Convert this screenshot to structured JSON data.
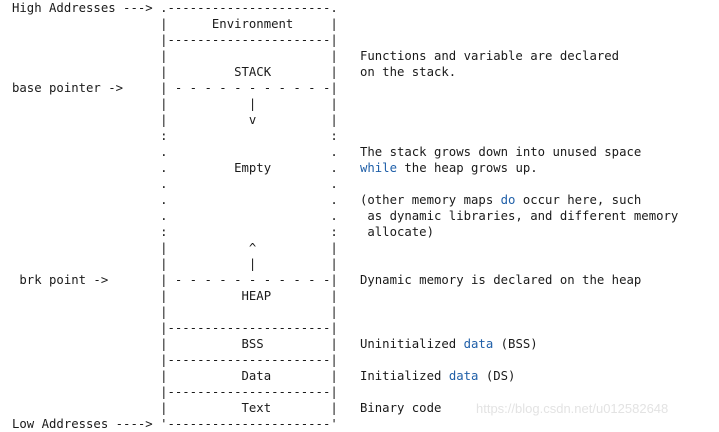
{
  "lines": [
    {
      "segments": [
        {
          "text": "High Addresses ---> .----------------------."
        }
      ]
    },
    {
      "segments": [
        {
          "text": "                    |      Environment     |"
        }
      ]
    },
    {
      "segments": [
        {
          "text": "                    |----------------------|"
        }
      ]
    },
    {
      "segments": [
        {
          "text": "                    |                      |   Functions and variable are declared"
        }
      ]
    },
    {
      "segments": [
        {
          "text": "                    |         STACK        |   on the stack."
        }
      ]
    },
    {
      "segments": [
        {
          "text": "base pointer ->     | - - - - - - - - - - -|"
        }
      ]
    },
    {
      "segments": [
        {
          "text": "                    |           |          |"
        }
      ]
    },
    {
      "segments": [
        {
          "text": "                    |           v          |"
        }
      ]
    },
    {
      "segments": [
        {
          "text": "                    :                      :"
        }
      ]
    },
    {
      "segments": [
        {
          "text": "                    .                      .   The stack grows down into unused space"
        }
      ]
    },
    {
      "segments": [
        {
          "text": "                    .         Empty        .   "
        },
        {
          "text": "while",
          "kw": true
        },
        {
          "text": " the heap grows up."
        }
      ]
    },
    {
      "segments": [
        {
          "text": "                    .                      ."
        }
      ]
    },
    {
      "segments": [
        {
          "text": "                    .                      .   (other memory maps "
        },
        {
          "text": "do",
          "kw": true
        },
        {
          "text": " occur here, such"
        }
      ]
    },
    {
      "segments": [
        {
          "text": "                    .                      .    as dynamic libraries, and different memory"
        }
      ]
    },
    {
      "segments": [
        {
          "text": "                    :                      :    allocate)"
        }
      ]
    },
    {
      "segments": [
        {
          "text": "                    |           ^          |"
        }
      ]
    },
    {
      "segments": [
        {
          "text": "                    |           |          |"
        }
      ]
    },
    {
      "segments": [
        {
          "text": " brk point ->       | - - - - - - - - - - -|   Dynamic memory is declared on the heap"
        }
      ]
    },
    {
      "segments": [
        {
          "text": "                    |          HEAP        |"
        }
      ]
    },
    {
      "segments": [
        {
          "text": "                    |                      |"
        }
      ]
    },
    {
      "segments": [
        {
          "text": "                    |----------------------|"
        }
      ]
    },
    {
      "segments": [
        {
          "text": "                    |          BSS         |   Uninitialized "
        },
        {
          "text": "data",
          "kw": true
        },
        {
          "text": " (BSS)"
        }
      ]
    },
    {
      "segments": [
        {
          "text": "                    |----------------------|"
        }
      ]
    },
    {
      "segments": [
        {
          "text": "                    |          Data        |   Initialized "
        },
        {
          "text": "data",
          "kw": true
        },
        {
          "text": " (DS)"
        }
      ]
    },
    {
      "segments": [
        {
          "text": "                    |----------------------|"
        }
      ]
    },
    {
      "segments": [
        {
          "text": "                    |          Text        |   Binary code"
        }
      ]
    },
    {
      "segments": [
        {
          "text": "Low Addresses ----> '----------------------'"
        }
      ]
    }
  ],
  "watermark": "https://blog.csdn.net/u012582648",
  "colors": {
    "text": "#1a1a1a",
    "keyword": "#1f5fa8",
    "watermark": "#e3e3e3"
  }
}
